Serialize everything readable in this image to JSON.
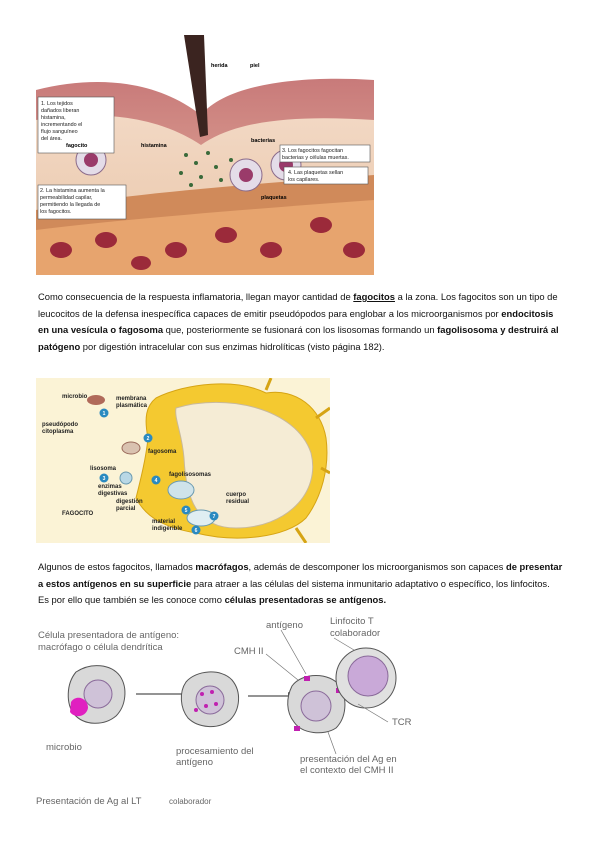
{
  "figure1": {
    "labels": {
      "herida": "herida",
      "piel": "piel",
      "histamina": "histamina",
      "bacterias": "bacterias",
      "fagocito": "fagocito",
      "plaquetas": "plaquetas"
    },
    "notes": {
      "n1": [
        "1. Los tejidos",
        "dañados liberan",
        "histamina,",
        "incrementando el",
        "flujo sanguíneo",
        "del área."
      ],
      "n2": [
        "2. La histamina aumenta la",
        "permeabilidad capilar,",
        "permitiendo la llegada de",
        "los fagocitos."
      ],
      "n3": [
        "3. Los fagocitos fagocitan",
        "bacterias y células muertas."
      ],
      "n4": [
        "4. Las plaquetas sellan",
        "los capilares."
      ]
    }
  },
  "paragraph1": {
    "t1": "Como consecuencia de la respuesta inflamatoria, llegan mayor cantidad de ",
    "b1": "fagocitos",
    "t2": " a la zona. Los fagocitos son un tipo de leucocitos de la defensa inespecífica capaces de emitir pseudópodos para englobar a los microorganismos por ",
    "b2": "endocitosis en una vesícula o fagosoma",
    "t3": " que, posteriormente se fusionará con los lisosomas formando un ",
    "b3": "fagolisosoma y destruirá al patógeno",
    "t4": " por digestión intracelular con sus enzimas hidrolíticas (visto página 182)."
  },
  "figure2": {
    "labels": {
      "microbio": "microbio",
      "membrana": "membrana",
      "plasmatica": "plasmática",
      "pseudopodo": "pseudópodo",
      "citoplasma": "citoplasma",
      "fagosoma": "fagosoma",
      "lisosoma": "lisosoma",
      "fagolisosomas": "fagolisosomas",
      "enzimas": "enzimas",
      "digestivas": "digestivas",
      "digestion": "digestión",
      "parcial": "parcial",
      "cuerpo": "cuerpo",
      "residual": "residual",
      "material": "material",
      "indigerible": "indigerible",
      "fagocito": "FAGOCITO"
    },
    "steps": [
      "1",
      "2",
      "3",
      "4",
      "5",
      "6",
      "7"
    ]
  },
  "paragraph2": {
    "t1": "Algunos de estos fagocitos, llamados ",
    "b1": "macrófagos",
    "t2": ", además de descomponer los microorganismos son capaces ",
    "b2": "de presentar a estos antígenos en su superficie",
    "t3": " para atraer a las células del sistema inmunitario adaptativo o específico, los linfocitos. Es por ello que también se les conoce como ",
    "b3": "células presentadoras se antígenos."
  },
  "figure3": {
    "title1": "Célula presentadora de antígeno:",
    "title2": "macrófago o célula dendrítica",
    "microbio": "microbio",
    "proc1": "procesamiento del",
    "proc2": "antígeno",
    "antigeno": "antígeno",
    "cmh": "CMH II",
    "lt1": "Linfocito T",
    "lt2": "colaborador",
    "tcr": "TCR",
    "pres1": "presentación del Ag en",
    "pres2": "el contexto del CMH II",
    "caption_a": "Presentación de Ag al LT",
    "caption_b": "colaborador"
  }
}
